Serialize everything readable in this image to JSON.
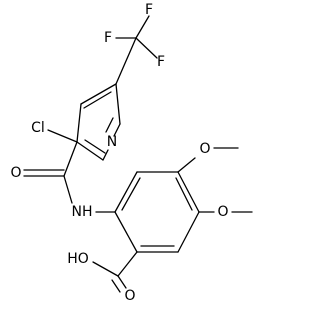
{
  "molecule": {
    "atom_labels": {
      "f_top": "F",
      "f_left": "F",
      "f_right": "F",
      "cl": "Cl",
      "n_ring": "N",
      "o_amide": "O",
      "nh": "NH",
      "o_methoxy_top": "O",
      "o_methoxy_bottom": "O",
      "oh": "HO",
      "o_acid": "O"
    },
    "colors": {
      "bond": "#000000",
      "label": "#000000",
      "background": "#ffffff"
    }
  }
}
